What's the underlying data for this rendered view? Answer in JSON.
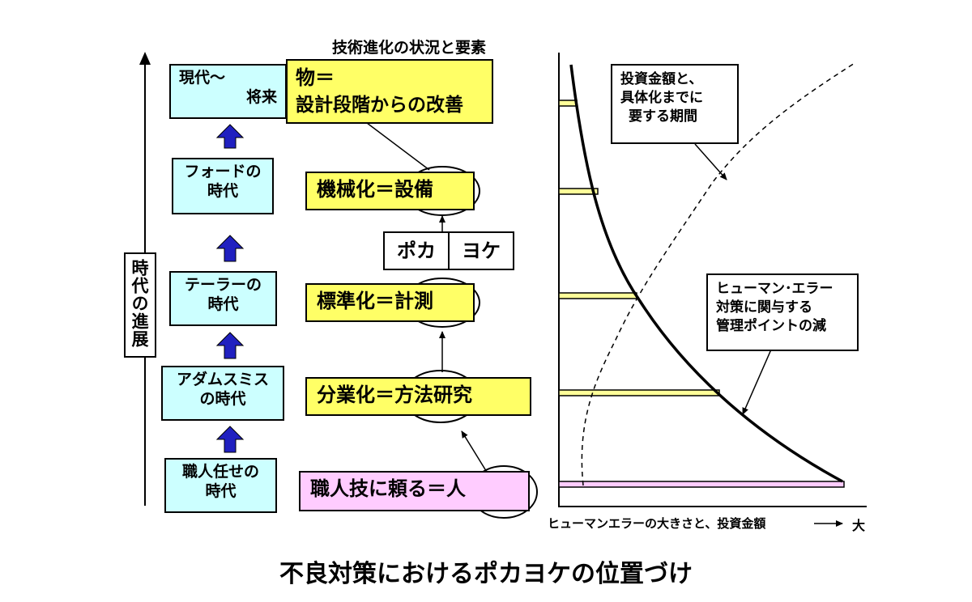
{
  "axis_label": "時代の進展",
  "eras": [
    {
      "line1": "現代〜",
      "line2": "将来"
    },
    {
      "line1": "フォードの",
      "line2": "時代"
    },
    {
      "line1": "テーラーの",
      "line2": "時代"
    },
    {
      "line1": "アダムスミス",
      "line2": "の時代"
    },
    {
      "line1": "職人任せの",
      "line2": "時代"
    }
  ],
  "stages_title": "技術進化の状況と要素",
  "stages": {
    "mono_line1": "物＝",
    "mono_line2": "設計段階からの改善",
    "kikai": "機械化＝設備",
    "hyojun": "標準化＝計測",
    "bungyo": "分業化＝方法研究",
    "shokunin": "職人技に頼る＝人"
  },
  "pokayoke": {
    "left": "ポカ",
    "right": "ヨケ"
  },
  "notes": {
    "investment": [
      "投資金額と、",
      "具体化までに",
      "要する期間"
    ],
    "human_error": [
      "ヒューマン･エラー",
      "対策に関与する",
      "管理ポイントの減"
    ]
  },
  "x_axis_label": "ヒューマンエラーの大きさと、投資金額",
  "x_axis_end": "大",
  "caption": "不良対策におけるポカヨケの位置づけ",
  "colors": {
    "era_fill": "#ccffff",
    "stage_fill": "#ffff66",
    "human_fill": "#ffccff",
    "up_arrow": "#2020c0"
  }
}
